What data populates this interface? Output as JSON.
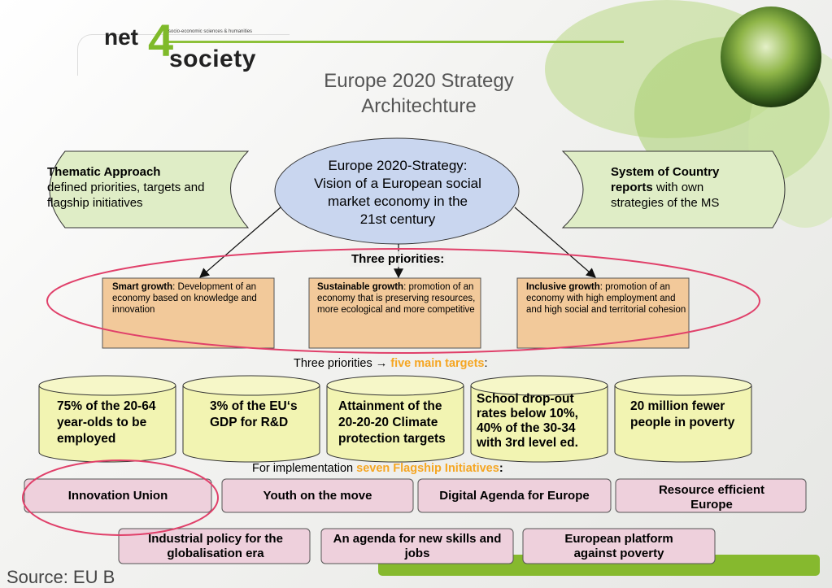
{
  "header": {
    "logo_net": "net",
    "logo_four": "4",
    "logo_tagline": "socio-economic sciences & humanities",
    "logo_society": "society",
    "title_line1": "Europe 2020 Strategy",
    "title_line2": "Architechture"
  },
  "thematic": {
    "bold": "Thematic Approach",
    "text": "defined priorities, targets and flagship initiatives"
  },
  "vision": {
    "line1": "Europe 2020-Strategy:",
    "line2": "Vision of a European social",
    "line3": "market economy in the",
    "line4": "21st century"
  },
  "country": {
    "bold": "System of Country reports",
    "text": "with own strategies of the MS"
  },
  "priorities_heading": "Three priorities:",
  "priorities": [
    {
      "bold": "Smart growth",
      "text": ": Development of an economy based on knowledge and innovation"
    },
    {
      "bold": "Sustainable growth",
      "text": ": promotion of an economy that is preserving resources, more ecological and more competitive"
    },
    {
      "bold": "Inclusive growth",
      "text": ": promotion of an economy with high employment and and high social and territorial cohesion"
    }
  ],
  "targets_heading": {
    "prefix": "Three priorities → ",
    "highlight": "five main targets",
    "suffix": ":"
  },
  "targets": [
    "75% of the 20-64 year-olds to be employed",
    "3% of the EU‘s GDP for R&D",
    "Attainment of the 20-20-20 Climate protection targets",
    "School drop-out rates below 10%, 40% of the 30-34 with 3rd level ed.",
    "20 million fewer people in poverty"
  ],
  "flagship_heading": {
    "prefix": "For implementation ",
    "highlight": "seven Flagship Initiatives",
    "suffix": ":"
  },
  "flagships": [
    "Innovation Union",
    "Youth on the move",
    "Digital Agenda for Europe",
    "Resource efficient Europe",
    "Industrial policy for the globalisation era",
    "An agenda for new skills and jobs",
    "European platform against poverty"
  ],
  "source": "Source: EU B",
  "colors": {
    "accent_green": "#8dc13a",
    "highlight_orange": "#f5a623",
    "circle_red": "#e0406a",
    "scroll_fill": "#dfedc6",
    "ellipse_fill": "#c9d6ef",
    "priority_fill": "#f2c99a",
    "cylinder_fill": "#f2f4b2",
    "flagship_fill": "#eed0dc"
  }
}
